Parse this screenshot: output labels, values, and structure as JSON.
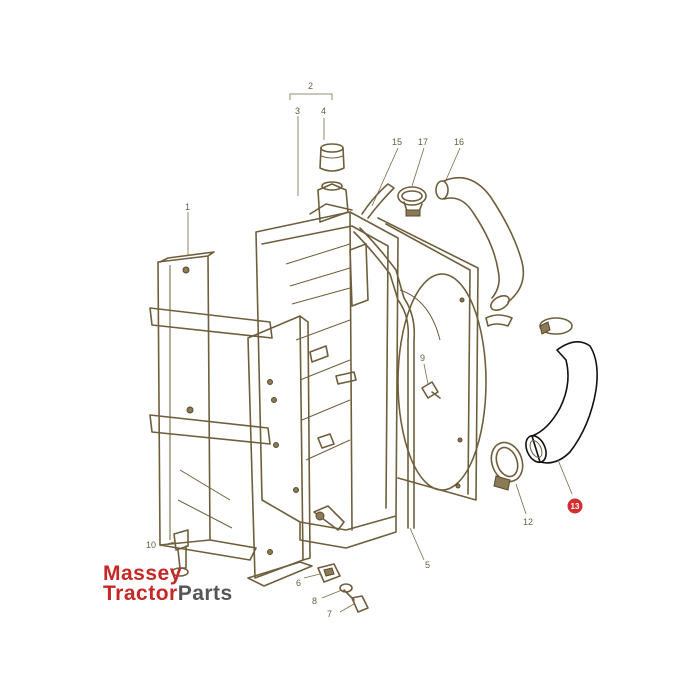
{
  "callouts": [
    {
      "id": "c1",
      "text": "1"
    },
    {
      "id": "c2",
      "text": "2"
    },
    {
      "id": "c3",
      "text": "3"
    },
    {
      "id": "c4",
      "text": "4"
    },
    {
      "id": "c5",
      "text": "5"
    },
    {
      "id": "c6",
      "text": "6"
    },
    {
      "id": "c7",
      "text": "7"
    },
    {
      "id": "c8",
      "text": "8"
    },
    {
      "id": "c9",
      "text": "9"
    },
    {
      "id": "c10",
      "text": "10"
    },
    {
      "id": "c12",
      "text": "12"
    },
    {
      "id": "c15",
      "text": "15"
    },
    {
      "id": "c16",
      "text": "16"
    },
    {
      "id": "c17",
      "text": "17"
    }
  ],
  "highlight": {
    "text": "13",
    "color": "#d32f2f"
  },
  "logo": {
    "line1": "Massey",
    "line2_a": "Tractor",
    "line2_b": "Parts",
    "color_primary": "#c62826",
    "color_secondary": "#555555"
  },
  "colors": {
    "drawing": "#6f5e3c"
  }
}
